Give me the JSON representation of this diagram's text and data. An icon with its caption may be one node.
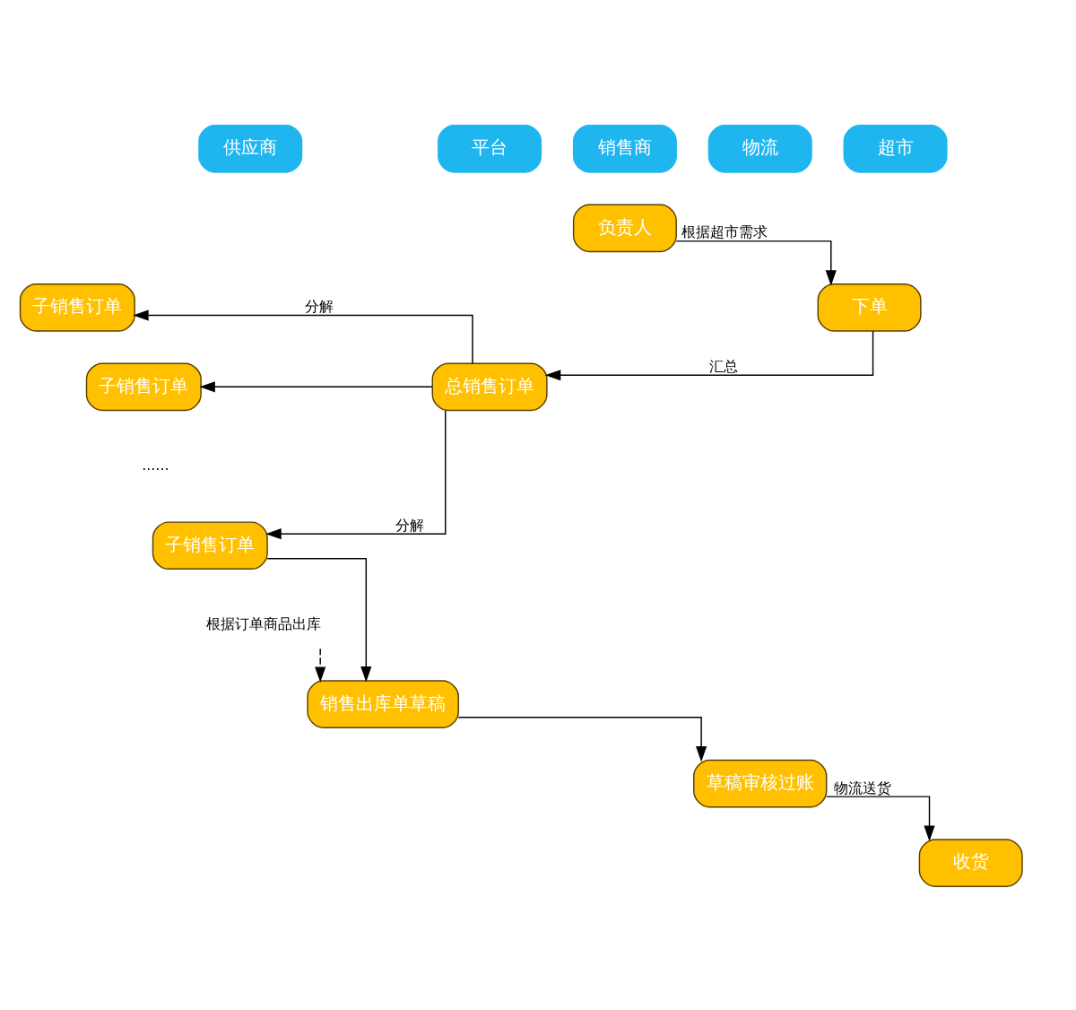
{
  "diagram": {
    "nodes": [
      {
        "text": [
          "供应商"
        ]
      },
      {
        "text": [
          "平台"
        ]
      },
      {
        "text": [
          "销售商"
        ]
      },
      {
        "text": [
          "物流"
        ]
      },
      {
        "text": [
          "超市"
        ]
      },
      {
        "text": [
          "负责人"
        ]
      },
      {
        "text": [
          "下单"
        ]
      },
      {
        "text": [
          "子销售订单"
        ]
      },
      {
        "text": [
          "子销售订单"
        ]
      },
      {
        "text": [
          "总销售订单"
        ]
      },
      {
        "text": [
          "子销售订单"
        ]
      },
      {
        "text": [
          "根据订单商品出库"
        ]
      },
      {
        "text": [
          "销售出库单草稿"
        ]
      },
      {
        "text": [
          "草稿审核过账"
        ]
      },
      {
        "text": [
          "收货"
        ]
      }
    ],
    "edges": [
      {
        "from": 5,
        "to": 6,
        "arrow": "to",
        "label": "根据超市需求"
      },
      {
        "from": 6,
        "to": 9,
        "arrow": "to",
        "label": "汇总"
      },
      {
        "from": 9,
        "to": 7,
        "arrow": "to",
        "label": "分解"
      },
      {
        "from": 9,
        "to": 8,
        "arrow": "to"
      },
      {
        "from": 9,
        "to": 10,
        "arrow": "to",
        "label": "分解"
      },
      {
        "from": 10,
        "to": 12,
        "arrow": "to"
      },
      {
        "from": 11,
        "to": 12,
        "arrow": "to",
        "style": "dashed"
      },
      {
        "from": 12,
        "to": 13,
        "arrow": "to"
      },
      {
        "from": 13,
        "to": 14,
        "arrow": "to",
        "label": "物流送货"
      }
    ],
    "labels": [
      "......"
    ]
  }
}
